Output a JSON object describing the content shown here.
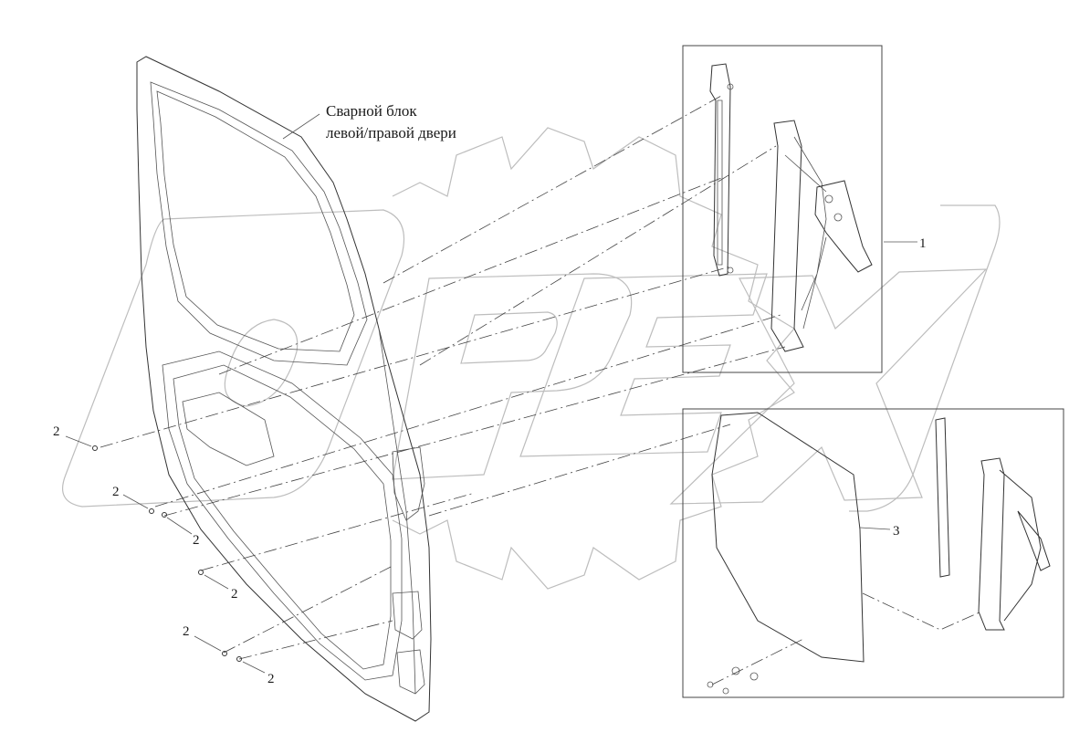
{
  "caption": {
    "line1": "Сварной блок",
    "line2": "левой/правой двери"
  },
  "callouts": {
    "c1": "1",
    "c2a": "2",
    "c2b": "2",
    "c2c": "2",
    "c2d": "2",
    "c2e": "2",
    "c2f": "2",
    "c3": "3"
  },
  "watermark": {
    "text": "OPEX",
    "color": "#bdbdbd"
  },
  "colors": {
    "line": "#333333",
    "background": "#ffffff"
  }
}
